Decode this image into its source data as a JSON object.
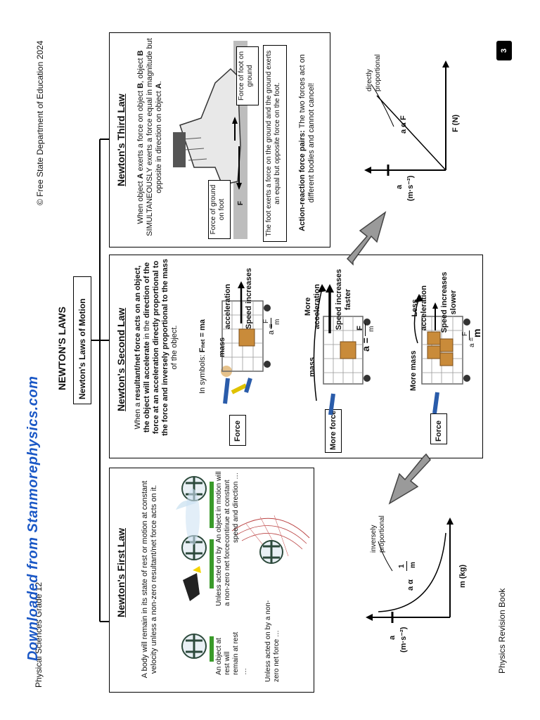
{
  "header": {
    "left": "Physical Sciences Grade 12",
    "right": "© Free State Department of Education 2024",
    "watermark": "Downloaded from Stanmorephysics.com"
  },
  "footer": {
    "book": "Physics Revision Book",
    "page": "3"
  },
  "title": "NEWTON'S LAWS",
  "subtitle": "Newton's Laws of Motion",
  "first_law": {
    "title": "Newton's First Law",
    "statement": "A body will remain in its state of rest or motion at constant velocity unless a non-zero resultant/net force acts on it.",
    "cap_rest": "An object at rest will remain at rest …",
    "cap_unless": "Unless acted on by a non-zero net force",
    "cap_motion": "An object in motion will continue at constant speed and direction …",
    "cap_unless2": "Unless acted on by a non-zero net force …"
  },
  "second_law": {
    "title": "Newton's Second Law",
    "statement_1": "When a ",
    "statement_2": "resultant/net force acts on an object, the object will accelerate",
    "statement_3": " in the ",
    "statement_4": "direction of the force at an acceleration directly proportional to the force and inversely proportional to the mass",
    "statement_5": " of the object.",
    "symbols_label": "In symbols: ",
    "symbols_formula": "F",
    "symbols_sub": "net",
    "symbols_rest": " = ma",
    "row1": {
      "force": "Force",
      "mass": "mass",
      "acc": "acceleration",
      "speed": "Speed increases",
      "a": "a =",
      "F": "F",
      "m": "m"
    },
    "row2": {
      "force": "More force",
      "mass": "mass",
      "acc": "More acceleration",
      "speed": "Speed increases faster",
      "a": "a =",
      "F": "F",
      "m": "m"
    },
    "row3": {
      "force": "Force",
      "mass": "More mass",
      "acc": "Less acceleration",
      "speed": "Speed increases slower",
      "a": "a =",
      "F": "F",
      "m": "m"
    }
  },
  "third_law": {
    "title": "Newton's Third Law",
    "statement_1": "When object ",
    "statement_A": "A",
    "statement_2": " exerts a force on object ",
    "statement_B": "B",
    "statement_3": ", object ",
    "statement_B2": "B",
    "statement_4": " SIMULTANEOUSLY exerts a force equal in magnitude but opposite in direction on object ",
    "statement_A2": "A",
    "statement_5": ".",
    "label_foot": "Force of foot on ground",
    "label_ground": "Force of ground on foot",
    "F1": "F",
    "F2": "F",
    "foot_caption": "The foot exerts a force on the ground and the ground exerts an equal but opposite force on the foot.",
    "pairs_bold": "Action-reaction force pairs:",
    "pairs_rest": " The two forces act on different bodies and cannot cancel!"
  },
  "graph_inverse": {
    "ylabel": "a",
    "yunit": "(m·s⁻²)",
    "xlabel": "m (kg)",
    "relation": "a α",
    "frac_num": "1",
    "frac_den": "m",
    "note": "inversely proportional"
  },
  "graph_direct": {
    "ylabel": "a",
    "yunit": "(m·s⁻²)",
    "xlabel": "F (N)",
    "relation": "a α F",
    "note": "directly proportional"
  },
  "colors": {
    "watermark": "#1b58c6",
    "green": "#3a9a2a",
    "arrow_grey": "#9a9a9a",
    "ground_grey": "#bdbdbd"
  }
}
